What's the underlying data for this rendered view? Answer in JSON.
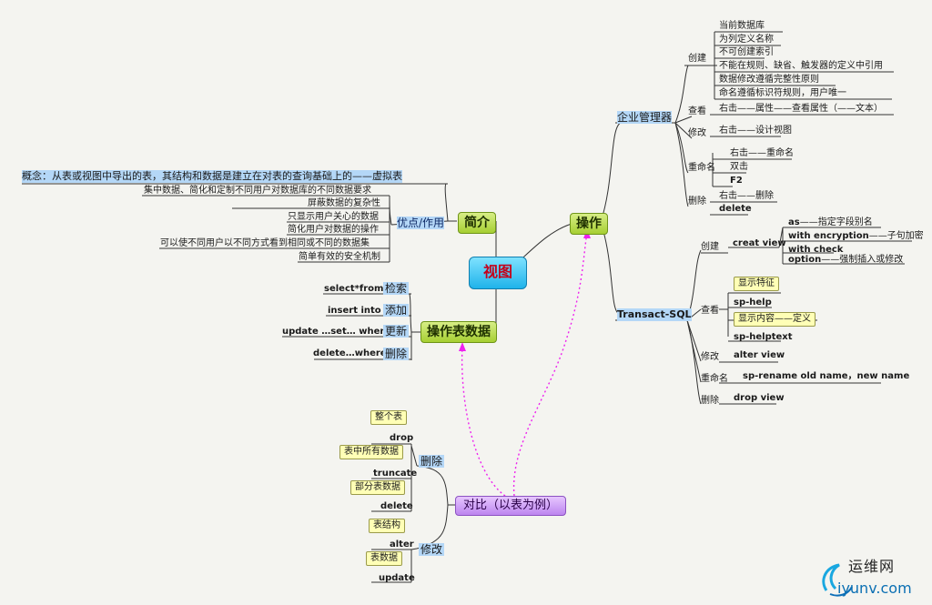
{
  "colors": {
    "root_fill": "#1fb3ea",
    "branch_fill": "#a6cf32",
    "compare_fill": "#bd85ef",
    "note_fill": "#ffffb6",
    "highlight": "#b4d7f7",
    "link_color": "#ee22ee"
  },
  "root": "视图",
  "intro": {
    "label": "简介",
    "concept": "概念：从表或视图中导出的表，其结构和数据是建立在对表的查询基础上的——虚拟表",
    "pros_label": "优点/作用",
    "pros": [
      "集中数据、简化和定制不同用户对数据库的不同数据要求",
      "屏蔽数据的复杂性",
      "只显示用户关心的数据",
      "简化用户对数据的操作",
      "可以使不同用户以不同方式看到相同或不同的数据集",
      "简单有效的安全机制"
    ]
  },
  "table_ops": {
    "label": "操作表数据",
    "items": [
      {
        "name": "检索",
        "sql": "select*from"
      },
      {
        "name": "添加",
        "sql": "insert into"
      },
      {
        "name": "更新",
        "sql": "update …set… where"
      },
      {
        "name": "删除",
        "sql": "delete…where"
      }
    ]
  },
  "operation": {
    "label": "操作",
    "em": {
      "label": "企业管理器",
      "create_label": "创建",
      "create": [
        "当前数据库",
        "为列定义名称",
        "不可创建索引",
        "不能在规则、缺省、触发器的定义中引用",
        "数据修改遵循完整性原则",
        "命名遵循标识符规则，用户唯一"
      ],
      "view_label": "查看",
      "view": "右击——属性——查看属性（——文本）",
      "modify_label": "修改",
      "modify": "右击——设计视图",
      "rename_label": "重命名",
      "rename": [
        "右击——重命名",
        "双击",
        "F2"
      ],
      "delete_label": "删除",
      "delete": [
        "右击——删除",
        "delete"
      ]
    },
    "tsql": {
      "label": "Transact-SQL",
      "create_label": "创建",
      "create_cmd": "creat view",
      "create_items": [
        {
          "code": "as",
          "note": "——指定字段别名"
        },
        {
          "code": "with encryption",
          "note": "——子句加密"
        },
        {
          "code": "with check",
          "note": ""
        },
        {
          "code": "option",
          "note": "——强制插入或修改"
        }
      ],
      "view_label": "查看",
      "view_note1": "显示特征",
      "view_cmd1": "sp-help",
      "view_note2": "显示内容——定义",
      "view_cmd2": "sp-helptext",
      "modify_label": "修改",
      "modify_cmd": "alter view",
      "rename_label": "重命名",
      "rename_cmd": "sp-rename old name，new name",
      "delete_label": "删除",
      "delete_cmd": "drop view"
    }
  },
  "compare": {
    "label": "对比（以表为例）",
    "delete_label": "删除",
    "delete_items": [
      {
        "note": "整个表",
        "cmd": "drop"
      },
      {
        "note": "表中所有数据",
        "cmd": "truncate"
      },
      {
        "note": "部分表数据",
        "cmd": "delete"
      }
    ],
    "modify_label": "修改",
    "modify_items": [
      {
        "note": "表结构",
        "cmd": "alter"
      },
      {
        "note": "表数据",
        "cmd": "update"
      }
    ]
  },
  "watermark": {
    "cn": "运维网",
    "url": "iyunv.com"
  }
}
